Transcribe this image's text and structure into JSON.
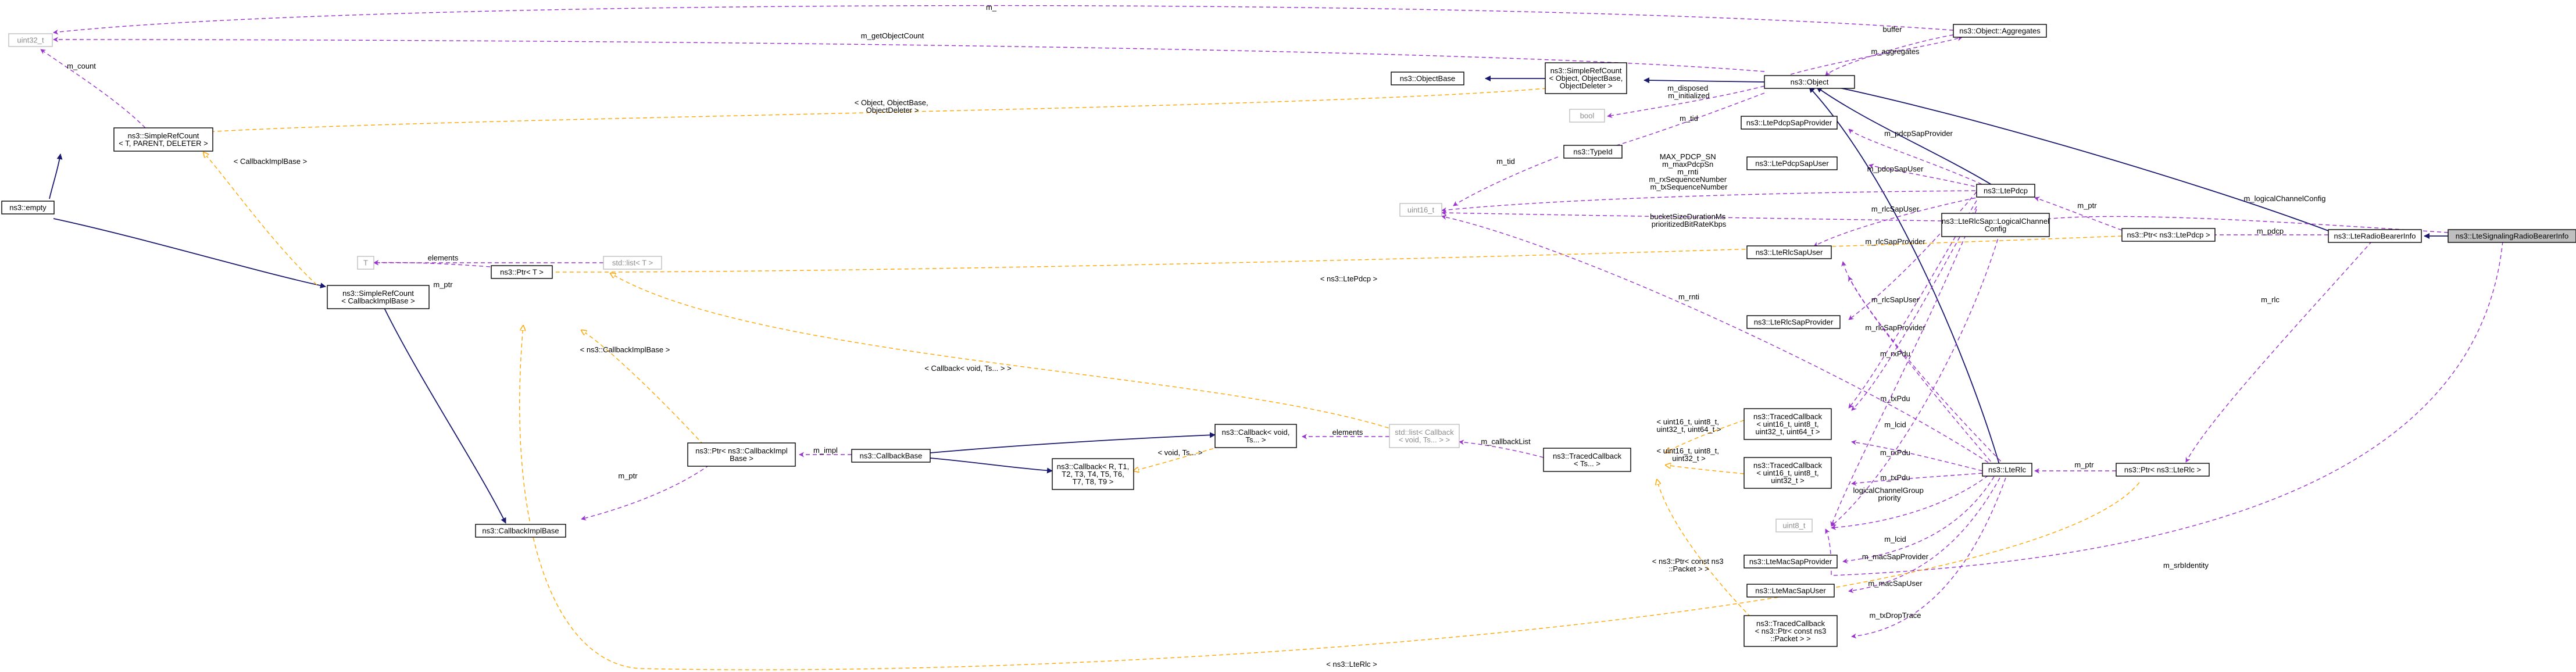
{
  "diagram": {
    "nodes": {
      "uint32": {
        "lines": [
          "uint32_t"
        ],
        "style": "gray"
      },
      "aggregates": {
        "lines": [
          "ns3::Object::Aggregates"
        ],
        "style": "normal"
      },
      "objectBase": {
        "lines": [
          "ns3::ObjectBase"
        ],
        "style": "normal"
      },
      "srcObject": {
        "lines": [
          "ns3::SimpleRefCount",
          "< Object, ObjectBase,",
          "ObjectDeleter >"
        ],
        "style": "normal"
      },
      "object": {
        "lines": [
          "ns3::Object"
        ],
        "style": "normal"
      },
      "boolT": {
        "lines": [
          "bool"
        ],
        "style": "gray"
      },
      "pdcpSapProv": {
        "lines": [
          "ns3::LtePdcpSapProvider"
        ],
        "style": "normal"
      },
      "srcTemplate": {
        "lines": [
          "ns3::SimpleRefCount",
          "< T, PARENT, DELETER >"
        ],
        "style": "normal"
      },
      "typeId": {
        "lines": [
          "ns3::TypeId"
        ],
        "style": "normal"
      },
      "empty": {
        "lines": [
          "ns3::empty"
        ],
        "style": "normal"
      },
      "pdcpSapUser": {
        "lines": [
          "ns3::LtePdcpSapUser"
        ],
        "style": "normal"
      },
      "uint16": {
        "lines": [
          "uint16_t"
        ],
        "style": "gray"
      },
      "ltePdcp": {
        "lines": [
          "ns3::LtePdcp"
        ],
        "style": "normal"
      },
      "lcConfig": {
        "lines": [
          "ns3::LteRlcSap::LogicalChannel",
          "Config"
        ],
        "style": "normal"
      },
      "ptrPdcp": {
        "lines": [
          "ns3::Ptr< ns3::LtePdcp >"
        ],
        "style": "normal"
      },
      "radioBearer": {
        "lines": [
          "ns3::LteRadioBearerInfo"
        ],
        "style": "normal"
      },
      "srbInfo": {
        "lines": [
          "ns3::LteSignalingRadioBearerInfo"
        ],
        "style": "focus"
      },
      "tT": {
        "lines": [
          "T"
        ],
        "style": "gray"
      },
      "stdListT": {
        "lines": [
          "std::list< T >"
        ],
        "style": "gray"
      },
      "rlcSapUser": {
        "lines": [
          "ns3::LteRlcSapUser"
        ],
        "style": "normal"
      },
      "srcCallback": {
        "lines": [
          "ns3::SimpleRefCount",
          "< CallbackImplBase >"
        ],
        "style": "normal"
      },
      "ptrT": {
        "lines": [
          "ns3::Ptr< T >"
        ],
        "style": "normal"
      },
      "rlcSapProv": {
        "lines": [
          "ns3::LteRlcSapProvider"
        ],
        "style": "normal"
      },
      "tc4": {
        "lines": [
          "ns3::TracedCallback",
          "< uint16_t, uint8_t,",
          "uint32_t, uint64_t >"
        ],
        "style": "normal"
      },
      "cbVoid": {
        "lines": [
          "ns3::Callback< void,",
          "Ts... >"
        ],
        "style": "normal"
      },
      "stdListCb": {
        "lines": [
          "std::list< Callback",
          "< void, Ts... > >"
        ],
        "style": "gray"
      },
      "ptrCbImpl": {
        "lines": [
          "ns3::Ptr< ns3::CallbackImpl",
          "Base >"
        ],
        "style": "normal"
      },
      "cbBase": {
        "lines": [
          "ns3::CallbackBase"
        ],
        "style": "normal"
      },
      "tcTs": {
        "lines": [
          "ns3::TracedCallback",
          "< Ts... >"
        ],
        "style": "normal"
      },
      "cbTemplate": {
        "lines": [
          "ns3::Callback< R, T1,",
          "T2, T3, T4, T5, T6,",
          "T7, T8, T9 >"
        ],
        "style": "normal"
      },
      "tc3": {
        "lines": [
          "ns3::TracedCallback",
          "< uint16_t, uint8_t,",
          "uint32_t >"
        ],
        "style": "normal"
      },
      "lteRlc": {
        "lines": [
          "ns3::LteRlc"
        ],
        "style": "normal"
      },
      "ptrRlc": {
        "lines": [
          "ns3::Ptr< ns3::LteRlc >"
        ],
        "style": "normal"
      },
      "uint8": {
        "lines": [
          "uint8_t"
        ],
        "style": "gray"
      },
      "cbImplBase": {
        "lines": [
          "ns3::CallbackImplBase"
        ],
        "style": "normal"
      },
      "macSapProv": {
        "lines": [
          "ns3::LteMacSapProvider"
        ],
        "style": "normal"
      },
      "macSapUser": {
        "lines": [
          "ns3::LteMacSapUser"
        ],
        "style": "normal"
      },
      "tcPacket": {
        "lines": [
          "ns3::TracedCallback",
          "< ns3::Ptr< const ns3",
          "::Packet > >"
        ],
        "style": "normal"
      }
    },
    "edge_labels": {
      "m": "m_",
      "m_getObjectCount": "m_getObjectCount",
      "buffer": "buffer",
      "m_aggregates": "m_aggregates",
      "m_count": "m_count",
      "srcObjArgs": [
        "< Object, ObjectBase,",
        "ObjectDeleter >"
      ],
      "m_disposed": [
        "m_disposed",
        "m_initialized"
      ],
      "m_tid": "m_tid",
      "m_pdcpSapProvider": "m_pdcpSapProvider",
      "m_tid2": "m_tid",
      "cbImplBaseArg": "< CallbackImplBase >",
      "pdcpNumbers": [
        "MAX_PDCP_SN",
        "m_maxPdcpSn",
        "m_rnti",
        "m_rxSequenceNumber",
        "m_txSequenceNumber"
      ],
      "m_pdcpSapUser": "m_pdcpSapUser",
      "m_logicalChannelConfig": "m_logicalChannelConfig",
      "m_rlcSapUser": "m_rlcSapUser",
      "m_ptr_pdcp": "m_ptr",
      "bucketSize": [
        "bucketSizeDurationMs",
        "prioritizedBitRateKbps"
      ],
      "elements1": "elements",
      "m_ptr1": "m_ptr",
      "m_rlcSapProvider": "m_rlcSapProvider",
      "m_pdcp": "m_pdcp",
      "ltePdcpArg": "< ns3::LtePdcp >",
      "m_rnti": "m_rnti",
      "m_rlcSapUser2": "m_rlcSapUser",
      "m_rlc": "m_rlc",
      "cbImplArg": "< ns3::CallbackImplBase >",
      "m_rlcSapProvider2": "m_rlcSapProvider",
      "m_rxPdu": "m_rxPdu",
      "cbVoidArg": "< Callback< void, Ts... > >",
      "m_txPdu": "m_txPdu",
      "elements2": "elements",
      "m_callbackList": "m_callbackList",
      "tc4Arg": [
        "< uint16_t, uint8_t,",
        "uint32_t, uint64_t >"
      ],
      "m_lcid": "m_lcid",
      "m_impl": "m_impl",
      "voidTsArg": "< void, Ts... >",
      "m_rxPdu2": "m_rxPdu",
      "tc3Arg": [
        "< uint16_t, uint8_t,",
        "uint32_t >"
      ],
      "m_txPdu2": "m_txPdu",
      "m_ptr2": "m_ptr",
      "lcGroup": [
        "logicalChannelGroup",
        "priority"
      ],
      "m_ptr_rlc": "m_ptr",
      "m_lcid2": "m_lcid",
      "m_macSapProvider": "m_macSapProvider",
      "m_srbIdentity": "m_srbIdentity",
      "packetArg": [
        "< ns3::Ptr< const ns3",
        "::Packet > >"
      ],
      "m_macSapUser": "m_macSapUser",
      "m_txDropTrace": "m_txDropTrace",
      "lteRlcArg": "< ns3::LteRlc >"
    }
  }
}
